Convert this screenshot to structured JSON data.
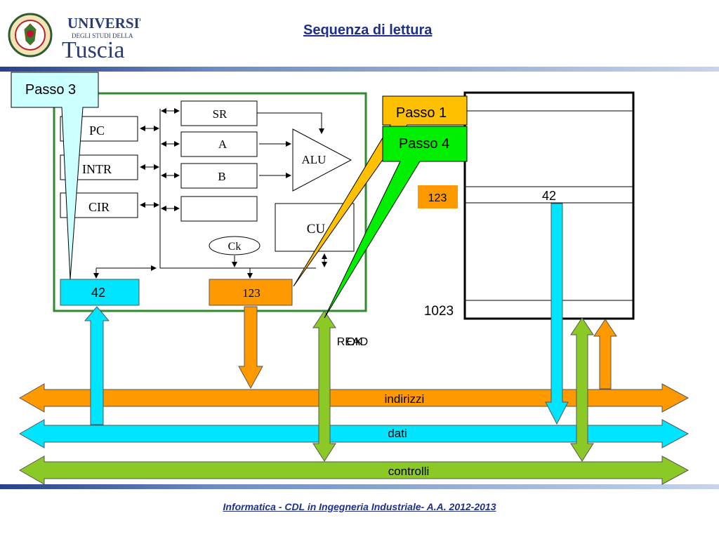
{
  "header": {
    "university_line1": "UNIVERSITÀ",
    "university_line2": "DEGLI STUDI DELLA",
    "university_line3": "Tuscia",
    "title": "Sequenza di lettura"
  },
  "footer": {
    "text": "Informatica - CDL in Ingegneria Industriale- A.A. 2012-2013"
  },
  "cpu": {
    "registers": {
      "pc": "PC",
      "intr": "INTR",
      "cir": "CIR",
      "sr": "SR",
      "a": "A",
      "b": "B"
    },
    "alu": "ALU",
    "cu": "CU",
    "clock": "Ck",
    "mdr_value": "42",
    "mar_value": "123"
  },
  "memory": {
    "address_label": "123",
    "cell_value": "42",
    "last_address": "1023"
  },
  "callouts": {
    "step1": "Passo 1",
    "step3": "Passo 3",
    "step4": "Passo 4"
  },
  "signals": {
    "read": "READ",
    "ok": "OK"
  },
  "buses": {
    "address": "indirizzi",
    "data": "dati",
    "control": "controlli"
  },
  "colors": {
    "title": "#1f2f8c",
    "cpu_border": "#2e8b2e",
    "address_bus": "#ff9900",
    "data_bus": "#00e5ff",
    "control_bus": "#8ac926",
    "mdr_fill": "#00e5ff",
    "mar_fill": "#ff9900",
    "step1_fill": "#ffc000",
    "step3_fill": "#ccffff",
    "step4_fill": "#00ee00"
  }
}
